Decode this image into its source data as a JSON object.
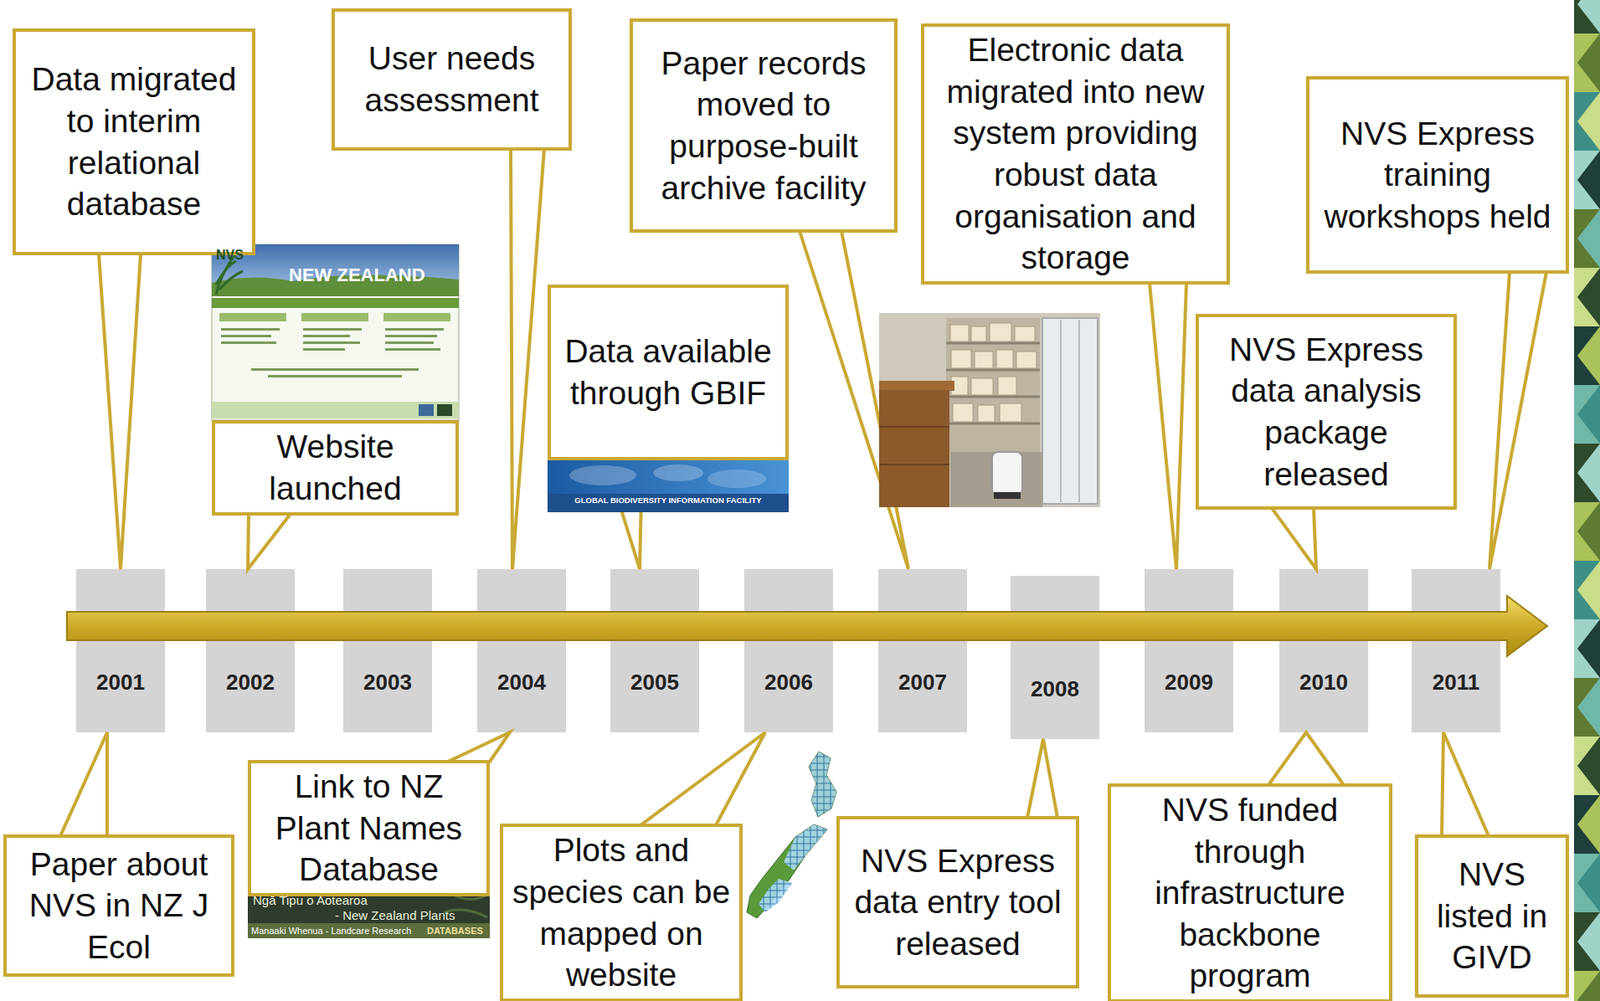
{
  "diagram": {
    "nodes": [
      {
        "text": [
          "Data migrated to interim relational database"
        ]
      },
      {
        "text": [
          "Website launched"
        ]
      },
      {
        "text": [
          "User needs assessment"
        ]
      },
      {
        "text": [
          "Data available through GBIF"
        ]
      },
      {
        "text": [
          "Paper records moved to purpose-built archive facility"
        ]
      },
      {
        "text": [
          "Electronic data migrated into new system providing robust data organisation and storage"
        ]
      },
      {
        "text": [
          "NVS Express data analysis package released"
        ]
      },
      {
        "text": [
          "NVS Express training workshops held"
        ]
      },
      {
        "text": [
          "2001"
        ]
      },
      {
        "text": [
          "2002"
        ]
      },
      {
        "text": [
          "2003"
        ]
      },
      {
        "text": [
          "2004"
        ]
      },
      {
        "text": [
          "2005"
        ]
      },
      {
        "text": [
          "2006"
        ]
      },
      {
        "text": [
          "2007"
        ]
      },
      {
        "text": [
          "2008"
        ]
      },
      {
        "text": [
          "2009"
        ]
      },
      {
        "text": [
          "2010"
        ]
      },
      {
        "text": [
          "2011"
        ]
      },
      {
        "text": [
          "Paper about NVS in NZ J Ecol"
        ]
      },
      {
        "text": [
          "Link to NZ Plant Names Database"
        ]
      },
      {
        "text": [
          "Plots and species can be mapped on website"
        ]
      },
      {
        "text": [
          "NVS Express data entry tool released"
        ]
      },
      {
        "text": [
          "NVS funded through infrastructure backbone program"
        ]
      },
      {
        "text": [
          "NVS listed in GIVD"
        ]
      }
    ],
    "edges": [
      {
        "from": 0,
        "to": 8,
        "arrow": "none"
      },
      {
        "from": 1,
        "to": 9,
        "arrow": "none"
      },
      {
        "from": 2,
        "to": 11,
        "arrow": "none"
      },
      {
        "from": 3,
        "to": 12,
        "arrow": "none"
      },
      {
        "from": 4,
        "to": 14,
        "arrow": "none"
      },
      {
        "from": 5,
        "to": 16,
        "arrow": "none"
      },
      {
        "from": 6,
        "to": 17,
        "arrow": "none"
      },
      {
        "from": 7,
        "to": 18,
        "arrow": "none"
      },
      {
        "from": 19,
        "to": 8,
        "arrow": "none"
      },
      {
        "from": 20,
        "to": 11,
        "arrow": "none"
      },
      {
        "from": 21,
        "to": 13,
        "arrow": "none"
      },
      {
        "from": 22,
        "to": 15,
        "arrow": "none"
      },
      {
        "from": 23,
        "to": 17,
        "arrow": "none"
      },
      {
        "from": 24,
        "to": 18,
        "arrow": "none"
      }
    ],
    "labels": [
      "NVS",
      "NEW ZEALAND",
      "GLOBAL BIODIVERSITY INFORMATION FACILITY",
      "Ngā Tipu o Aotearoa",
      "- New Zealand Plants",
      "Manaaki Whenua - Landcare Research",
      "DATABASES"
    ]
  }
}
